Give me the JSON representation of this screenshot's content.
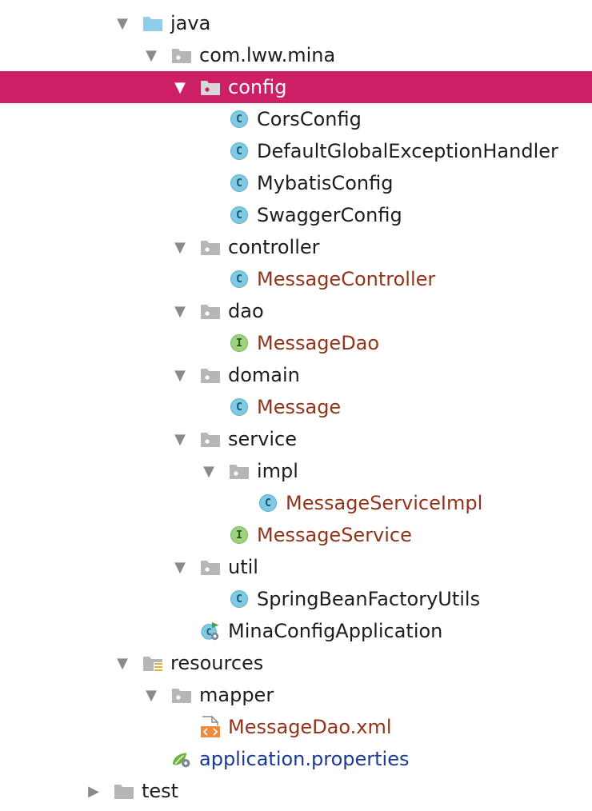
{
  "tree": [
    {
      "label": "java",
      "depth": 0,
      "arrow": "down",
      "icon": "source-folder",
      "style": "normal"
    },
    {
      "label": "com.lww.mina",
      "depth": 1,
      "arrow": "down",
      "icon": "package",
      "style": "normal"
    },
    {
      "label": "config",
      "depth": 2,
      "arrow": "down",
      "icon": "package",
      "style": "normal",
      "selected": true
    },
    {
      "label": "CorsConfig",
      "depth": 3,
      "icon": "class",
      "style": "normal"
    },
    {
      "label": "DefaultGlobalExceptionHandler",
      "depth": 3,
      "icon": "class",
      "style": "normal"
    },
    {
      "label": "MybatisConfig",
      "depth": 3,
      "icon": "class",
      "style": "normal"
    },
    {
      "label": "SwaggerConfig",
      "depth": 3,
      "icon": "class",
      "style": "normal"
    },
    {
      "label": "controller",
      "depth": 2,
      "arrow": "down",
      "icon": "package",
      "style": "normal"
    },
    {
      "label": "MessageController",
      "depth": 3,
      "icon": "class",
      "style": "modified"
    },
    {
      "label": "dao",
      "depth": 2,
      "arrow": "down",
      "icon": "package",
      "style": "normal"
    },
    {
      "label": "MessageDao",
      "depth": 3,
      "icon": "interface",
      "style": "modified"
    },
    {
      "label": "domain",
      "depth": 2,
      "arrow": "down",
      "icon": "package",
      "style": "normal"
    },
    {
      "label": "Message",
      "depth": 3,
      "icon": "class",
      "style": "modified"
    },
    {
      "label": "service",
      "depth": 2,
      "arrow": "down",
      "icon": "package",
      "style": "normal"
    },
    {
      "label": "impl",
      "depth": 3,
      "arrow": "down",
      "icon": "package",
      "style": "normal"
    },
    {
      "label": "MessageServiceImpl",
      "depth": 4,
      "icon": "class",
      "style": "modified"
    },
    {
      "label": "MessageService",
      "depth": 3,
      "icon": "interface",
      "style": "modified"
    },
    {
      "label": "util",
      "depth": 2,
      "arrow": "down",
      "icon": "package",
      "style": "normal"
    },
    {
      "label": "SpringBeanFactoryUtils",
      "depth": 3,
      "icon": "class",
      "style": "normal"
    },
    {
      "label": "MinaConfigApplication",
      "depth": 2,
      "icon": "spring-boot-app",
      "style": "normal"
    },
    {
      "label": "resources",
      "depth": 0,
      "arrow": "down",
      "icon": "resources-folder",
      "style": "normal"
    },
    {
      "label": "mapper",
      "depth": 1,
      "arrow": "down",
      "icon": "package",
      "style": "normal"
    },
    {
      "label": "MessageDao.xml",
      "depth": 2,
      "icon": "xml-file",
      "style": "modified"
    },
    {
      "label": "application.properties",
      "depth": 1,
      "icon": "spring-properties",
      "style": "resource"
    },
    {
      "label": "test",
      "depth": -1,
      "arrow": "right",
      "icon": "folder",
      "style": "normal"
    }
  ],
  "colors": {
    "selection": "#cc1f65",
    "modified_text": "#93341a",
    "resource_text": "#1c3a94",
    "source_folder": "#8fcdea",
    "package_folder": "#b6b6b6"
  },
  "badges": {
    "class": "C",
    "interface": "I"
  }
}
